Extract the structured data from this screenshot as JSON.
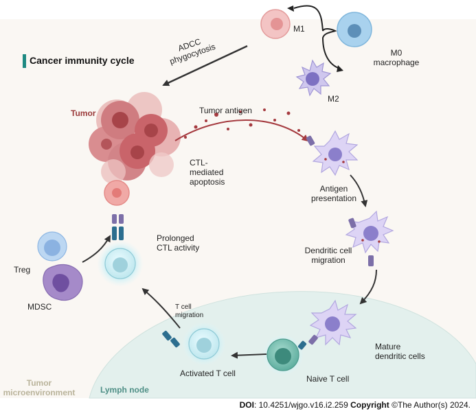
{
  "title": "Cancer immunity cycle",
  "labels": {
    "m1": "M1",
    "m0_line1": "M0",
    "m0_line2": "macrophage",
    "m2": "M2",
    "adcc_line1": "ADCC",
    "adcc_line2": "phygocytosis",
    "tumor": "Tumor",
    "tumor_antigen": "Tumor antigen",
    "ctl_line1": "CTL-",
    "ctl_line2": "mediated",
    "ctl_line3": "apoptosis",
    "antigen_line1": "Antigen",
    "antigen_line2": "presentation",
    "prolonged_line1": "Prolonged",
    "prolonged_line2": "CTL activity",
    "dc_migration_line1": "Dendritic cell",
    "dc_migration_line2": "migration",
    "treg": "Treg",
    "mdsc": "MDSC",
    "tcell_migration_line1": "T cell",
    "tcell_migration_line2": "migration",
    "mature_line1": "Mature",
    "mature_line2": "dendritic cells",
    "activated_tcell": "Activated T cell",
    "naive_tcell": "Naive T cell",
    "tumor_env_line1": "Tumor",
    "tumor_env_line2": "microenvironment",
    "lymph_node": "Lymph node"
  },
  "footer": {
    "doi_label": "DOI",
    "doi_value": ": 10.4251/wjgo.v16.i2.259 ",
    "copyright_label": "Copyright",
    "copyright_value": " ©The Author(s) 2024."
  },
  "colors": {
    "background": "#faf7f3",
    "lymph_node": "#e3f0ed",
    "tumor": "#c9646a",
    "arrow": "#333333",
    "antigen_arrow": "#a53a3f",
    "accent": "#1e8a82"
  }
}
